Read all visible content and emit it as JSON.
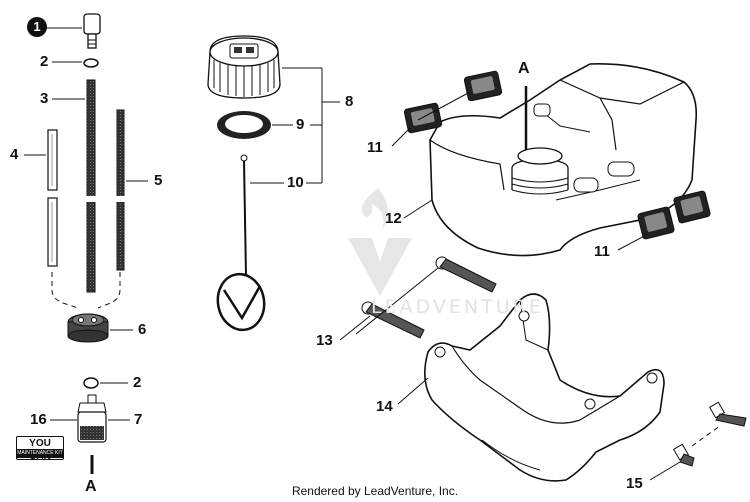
{
  "diagram": {
    "watermark_text": "LEADVENTURE",
    "footer_text": "Rendered by LeadVenture, Inc.",
    "kit_badge": {
      "main": "YOU CAN",
      "sub": "MAINTENANCE KIT"
    },
    "callouts": {
      "c1": "1",
      "c2a": "2",
      "c2b": "2",
      "c3": "3",
      "c4": "4",
      "c5": "5",
      "c6": "6",
      "c7": "7",
      "c8": "8",
      "c9": "9",
      "c10": "10",
      "c11a": "11",
      "c11b": "11",
      "c12": "12",
      "c13": "13",
      "c14": "14",
      "c15": "15",
      "c16": "16",
      "refA_top": "A",
      "refA_bottom": "A"
    }
  }
}
